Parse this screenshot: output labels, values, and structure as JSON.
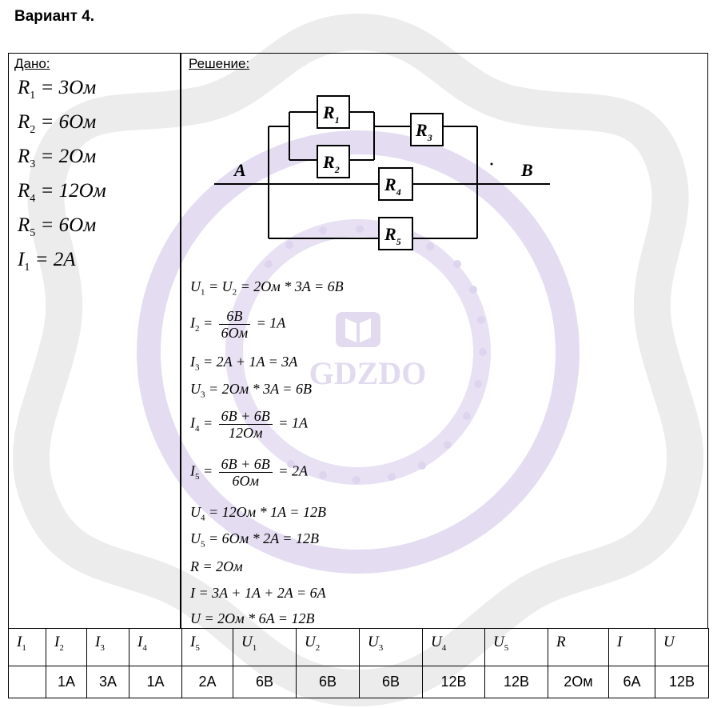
{
  "title": "Вариант 4.",
  "given": {
    "header": "Дано:",
    "items": [
      {
        "sym": "R",
        "sub": "1",
        "val": " = 3Ом"
      },
      {
        "sym": "R",
        "sub": "2",
        "val": " = 6Ом"
      },
      {
        "sym": "R",
        "sub": "3",
        "val": " = 2Ом"
      },
      {
        "sym": "R",
        "sub": "4",
        "val": " = 12Ом"
      },
      {
        "sym": "R",
        "sub": "5",
        "val": " = 6Ом"
      },
      {
        "sym": "I",
        "sub": "1",
        "val": " = 2A"
      }
    ]
  },
  "solution": {
    "header": "Решение:",
    "circuit": {
      "node_a": "A",
      "node_b": "B",
      "resistors": [
        {
          "sym": "R",
          "sub": "1"
        },
        {
          "sym": "R",
          "sub": "2"
        },
        {
          "sym": "R",
          "sub": "3"
        },
        {
          "sym": "R",
          "sub": "4"
        },
        {
          "sym": "R",
          "sub": "5"
        }
      ]
    },
    "eq1": {
      "a": "U",
      "as": "1",
      "b": " = U",
      "bs": "2",
      "c": " = 2Ом * 3A = 6B"
    },
    "eq2": {
      "l": "I",
      "ls": "2",
      "eq": " = ",
      "num": "6B",
      "den": "6Ом",
      "r": " = 1A"
    },
    "eq3": {
      "l": "I",
      "ls": "3",
      "r": " = 2A + 1A = 3A"
    },
    "eq4": {
      "l": "U",
      "ls": "3",
      "r": " = 2Ом * 3A = 6B"
    },
    "eq5": {
      "l": "I",
      "ls": "4",
      "eq": " = ",
      "num": "6B + 6B",
      "den": "12Ом",
      "r": " = 1A"
    },
    "eq6": {
      "l": "I",
      "ls": "5",
      "eq": " = ",
      "num": "6B + 6B",
      "den": "6Ом",
      "r": " = 2A"
    },
    "eq7": {
      "l": "U",
      "ls": "4",
      "r": " = 12Ом * 1A = 12B"
    },
    "eq8": {
      "l": "U",
      "ls": "5",
      "r": " = 6Ом * 2A = 12B"
    },
    "eq9": {
      "text": "R = 2Ом"
    },
    "eq10": {
      "text": "I = 3A + 1A + 2A = 6A"
    },
    "eq11": {
      "text": "U = 2Ом * 6A = 12B"
    }
  },
  "answers": {
    "headers": [
      {
        "sym": "I",
        "sub": "1"
      },
      {
        "sym": "I",
        "sub": "2"
      },
      {
        "sym": "I",
        "sub": "3"
      },
      {
        "sym": "I",
        "sub": "4"
      },
      {
        "sym": "I",
        "sub": "5"
      },
      {
        "sym": "U",
        "sub": "1"
      },
      {
        "sym": "U",
        "sub": "2"
      },
      {
        "sym": "U",
        "sub": "3"
      },
      {
        "sym": "U",
        "sub": "4"
      },
      {
        "sym": "U",
        "sub": "5"
      },
      {
        "sym": "R",
        "sub": ""
      },
      {
        "sym": "I",
        "sub": ""
      },
      {
        "sym": "U",
        "sub": ""
      }
    ],
    "values": [
      "",
      "1A",
      "3A",
      "1A",
      "2A",
      "6B",
      "6B",
      "6B",
      "12B",
      "12B",
      "2Ом",
      "6A",
      "12B"
    ]
  },
  "watermark": {
    "text": "GDZDO",
    "color": "#cfc4e6"
  }
}
